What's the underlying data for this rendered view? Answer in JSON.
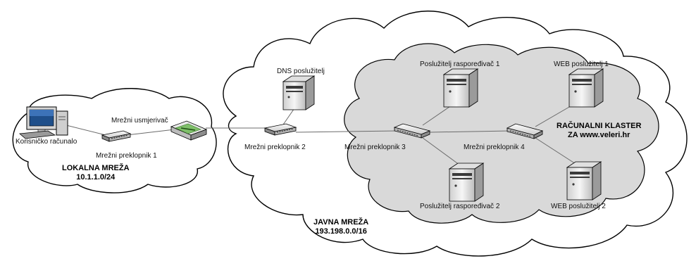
{
  "zones": {
    "local": {
      "name": "LOKALNA MREŽA",
      "subnet": "10.1.1.0/24"
    },
    "public": {
      "name": "JAVNA MREŽA",
      "subnet": "193.198.0.0/16"
    },
    "cluster": {
      "name": "RAČUNALNI KLASTER",
      "subtitle": "ZA www.veleri.hr"
    }
  },
  "nodes": {
    "user_pc": "Korisničko računalo",
    "switch1": "Mrežni preklopnik 1",
    "router": "Mrežni usmjerivač",
    "dns": "DNS poslužitelj",
    "switch2": "Mrežni preklopnik 2",
    "switch3": "Mrežni preklopnik 3",
    "switch4": "Mrežni preklopnik 4",
    "scheduler1": "Poslužitelj raspoređivač 1",
    "scheduler2": "Poslužitelj raspoređivač 2",
    "web1": "WEB poslužitelj 1",
    "web2": "WEB poslužitelj 2"
  },
  "colors": {
    "cluster_fill": "#d9d9d9",
    "outline": "#000000",
    "device_body": "#f1f1f1",
    "device_dark": "#3a3a3a",
    "link": "#6b6b6b"
  }
}
